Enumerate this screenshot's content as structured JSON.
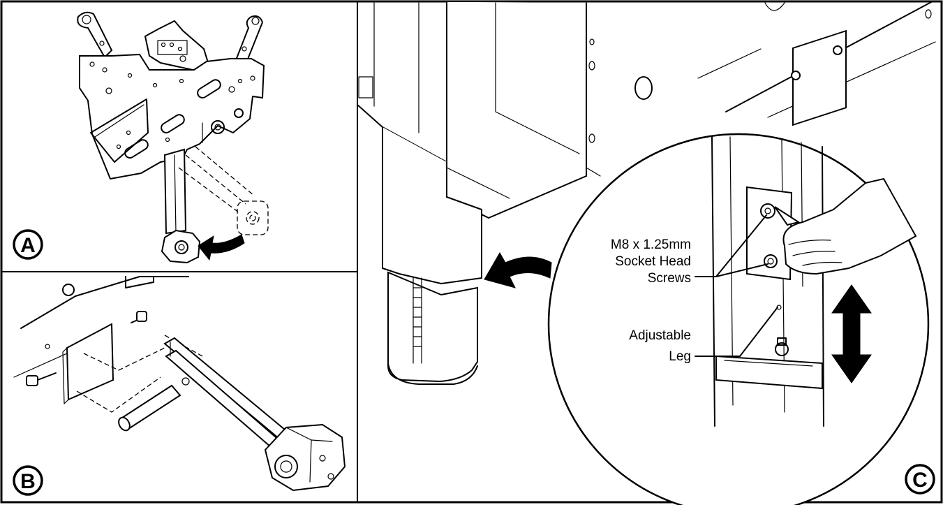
{
  "panels": [
    {
      "id": "A",
      "letter": "A"
    },
    {
      "id": "B",
      "letter": "B"
    },
    {
      "id": "C",
      "letter": "C"
    }
  ],
  "callouts": {
    "screws": [
      "M8 x 1.25mm",
      "Socket Head",
      "Screws"
    ],
    "leg": [
      "Adjustable",
      "Leg"
    ]
  },
  "colors": {
    "ink": "#000000",
    "paper": "#ffffff"
  }
}
